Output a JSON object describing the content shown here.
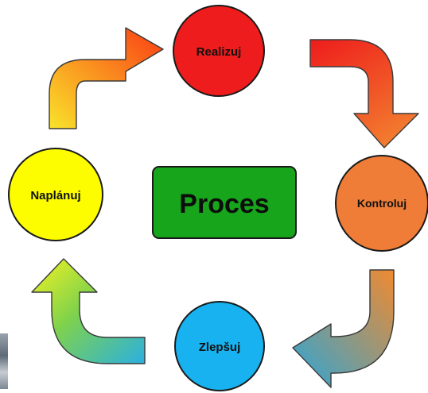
{
  "center": {
    "label": "Proces",
    "fill": "#17a51b"
  },
  "nodes": {
    "realizuj": {
      "label": "Realizuj",
      "fill": "#ee1c1c"
    },
    "kontroluj": {
      "label": "Kontroluj",
      "fill": "#ef7d37"
    },
    "zlepsuj": {
      "label": "Zlepšuj",
      "fill": "#17b2ef"
    },
    "naplanuj": {
      "label": "Naplánuj",
      "fill": "#fdfd00"
    }
  },
  "arrows": {
    "top_left": {
      "from_color": "#f9e32a",
      "to_color": "#fb3c14"
    },
    "top_right": {
      "from_color": "#ee1c1c",
      "to_color": "#f27a2e"
    },
    "bottom_right": {
      "from_color": "#f08a30",
      "to_color": "#2ba6d8"
    },
    "bottom_left": {
      "from_color": "#2bb0e0",
      "to_color": "#f4f321"
    }
  }
}
